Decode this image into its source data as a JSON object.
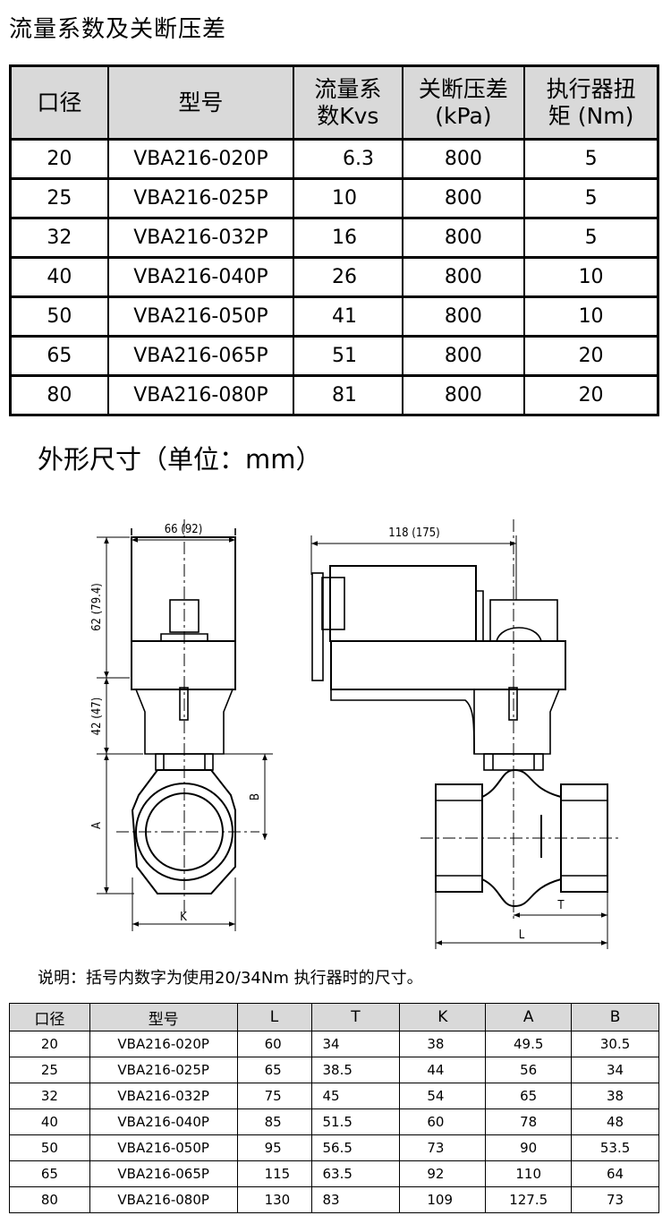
{
  "title": "流量系数及关断压差",
  "table1": {
    "headers": [
      "口径",
      "型号",
      "流量系\n数Kvs",
      "关断压差\n(kPa)",
      "执行器扭\n矩 (Nm)"
    ],
    "rows": [
      [
        "20",
        "VBA216-020P",
        "6.3",
        "800",
        "5"
      ],
      [
        "25",
        "VBA216-025P",
        "10",
        "800",
        "5"
      ],
      [
        "32",
        "VBA216-032P",
        "16",
        "800",
        "5"
      ],
      [
        "40",
        "VBA216-040P",
        "26",
        "800",
        "10"
      ],
      [
        "50",
        "VBA216-050P",
        "41",
        "800",
        "10"
      ],
      [
        "65",
        "VBA216-065P",
        "51",
        "800",
        "20"
      ],
      [
        "80",
        "VBA216-080P",
        "81",
        "800",
        "20"
      ]
    ]
  },
  "section_title": "外形尺寸（单位：mm）",
  "drawing": {
    "dim_width_front": "66 (92)",
    "dim_width_side": "118 (175)",
    "dim_height_top": "62 (79.4)",
    "dim_height_mid": "42 (47)",
    "label_A": "A",
    "label_B": "B",
    "label_K": "K",
    "label_T": "T",
    "label_L": "L"
  },
  "note": "说明：括号内数字为使用20/34Nm 执行器时的尺寸。",
  "table2": {
    "headers": [
      "口径",
      "型号",
      "L",
      "T",
      "K",
      "A",
      "B"
    ],
    "rows": [
      [
        "20",
        "VBA216-020P",
        "60",
        "34",
        "38",
        "49.5",
        "30.5"
      ],
      [
        "25",
        "VBA216-025P",
        "65",
        "38.5",
        "44",
        "56",
        "34"
      ],
      [
        "32",
        "VBA216-032P",
        "75",
        "45",
        "54",
        "65",
        "38"
      ],
      [
        "40",
        "VBA216-040P",
        "85",
        "51.5",
        "60",
        "78",
        "48"
      ],
      [
        "50",
        "VBA216-050P",
        "95",
        "56.5",
        "73",
        "90",
        "53.5"
      ],
      [
        "65",
        "VBA216-065P",
        "115",
        "63.5",
        "92",
        "110",
        "64"
      ],
      [
        "80",
        "VBA216-080P",
        "130",
        "83",
        "109",
        "127.5",
        "73"
      ]
    ]
  }
}
